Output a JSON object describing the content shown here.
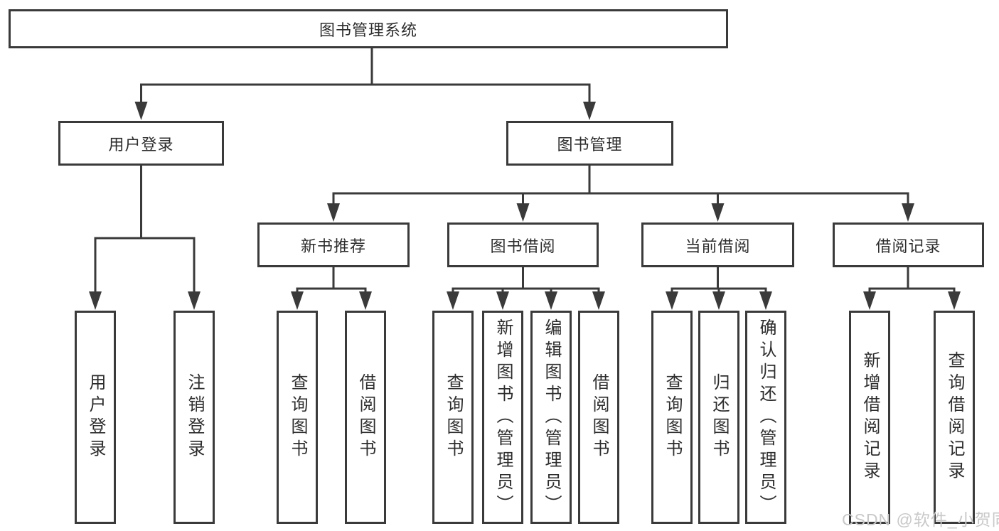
{
  "colors": {
    "background": "#ffffff",
    "line": "#3a3a3a",
    "box_border": "#3a3a3a",
    "box_fill": "#ffffff",
    "text": "#2d2d2d",
    "watermark": "#c8c8c8"
  },
  "tree": {
    "label": "图书管理系统",
    "children": [
      {
        "label": "用户登录",
        "children": [
          {
            "label": "用户登录"
          },
          {
            "label": "注销登录"
          }
        ]
      },
      {
        "label": "图书管理",
        "children": [
          {
            "label": "新书推荐",
            "children": [
              {
                "label": "查询图书"
              },
              {
                "label": "借阅图书"
              }
            ]
          },
          {
            "label": "图书借阅",
            "children": [
              {
                "label": "查询图书"
              },
              {
                "label": "新增图书（管理员）"
              },
              {
                "label": "编辑图书（管理员）"
              },
              {
                "label": "借阅图书"
              }
            ]
          },
          {
            "label": "当前借阅",
            "children": [
              {
                "label": "查询图书"
              },
              {
                "label": "归还图书"
              },
              {
                "label": "确认归还（管理员）"
              }
            ]
          },
          {
            "label": "借阅记录",
            "children": [
              {
                "label": "新增借阅记录"
              },
              {
                "label": "查询借阅记录"
              }
            ]
          }
        ]
      }
    ]
  },
  "watermark": {
    "text": "CSDN @软件_小贺同学"
  }
}
